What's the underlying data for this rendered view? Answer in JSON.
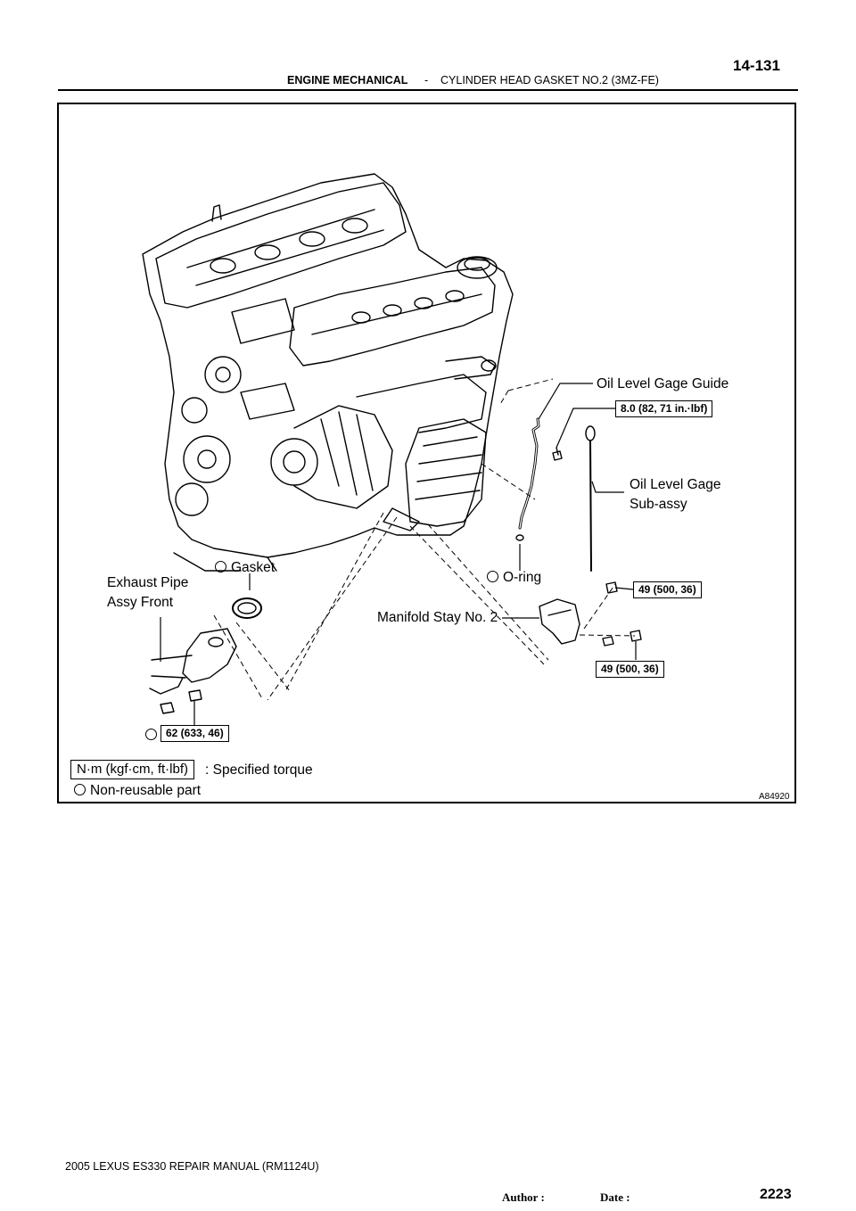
{
  "header": {
    "section": "ENGINE MECHANICAL",
    "separator": "-",
    "subsection": "CYLINDER HEAD GASKET NO.2 (3MZ-FE)",
    "page_number": "14-131"
  },
  "figure": {
    "code": "A84920",
    "labels": {
      "oil_level_gage_guide": "Oil Level Gage Guide",
      "oil_level_gage_l1": "Oil Level Gage",
      "oil_level_gage_l2": "Sub-assy",
      "gasket": "Gasket",
      "o_ring": "O-ring",
      "exhaust_pipe_l1": "Exhaust Pipe",
      "exhaust_pipe_l2": "Assy Front",
      "manifold_stay": "Manifold Stay No. 2"
    },
    "torques": {
      "guide_bolt": "8.0 (82, 71 in.·lbf)",
      "stay_nut": "49 (500, 36)",
      "stay_bolt": "49 (500, 36)",
      "exhaust_nut": "62 (633, 46)"
    },
    "legend": {
      "unit_box": "N·m (kgf·cm, ft·lbf)",
      "unit_desc": ": Specified torque",
      "nonreusable": "Non-reusable part"
    }
  },
  "footer": {
    "manual": "2005 LEXUS ES330 REPAIR MANUAL   (RM1124U)",
    "author_label": "Author :",
    "date_label": "Date :",
    "page": "2223"
  }
}
